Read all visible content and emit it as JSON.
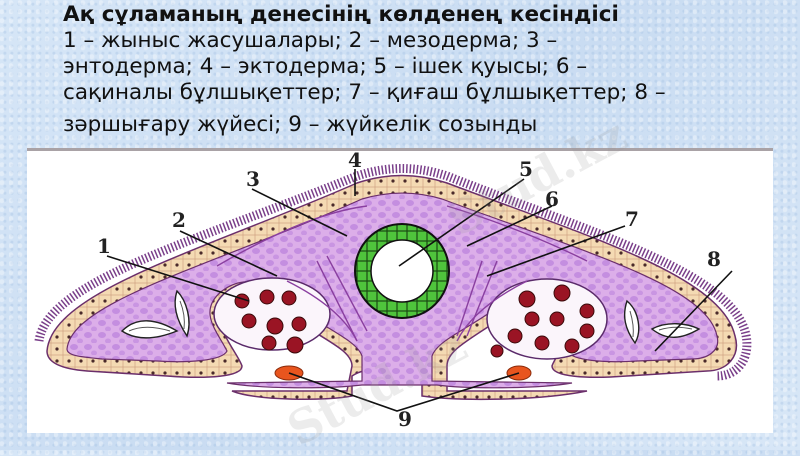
{
  "slide": {
    "title": "Ақ сұламаның денесінің көлденең кесіндісі",
    "caption_lines": [
      "1 – жыныс жасушалары; 2 – мезодерма; 3 –",
      "энтодерма; 4 – эктодерма; 5 – ішек қуысы; 6 –",
      "сақиналы бұлшықеттер; 7 – қиғаш бұлшықеттер; 8 –",
      "зәршығару жүйесі; 9 – жүйкелік созынды"
    ]
  },
  "diagram": {
    "labels": [
      {
        "id": "1",
        "name": "жыныс жасушалары"
      },
      {
        "id": "2",
        "name": "мезодерма"
      },
      {
        "id": "3",
        "name": "энтодерма"
      },
      {
        "id": "4",
        "name": "эктодерма"
      },
      {
        "id": "5",
        "name": "ішек қуысы"
      },
      {
        "id": "6",
        "name": "сақиналы бұлшықеттер"
      },
      {
        "id": "7",
        "name": "қиғаш бұлшықеттер"
      },
      {
        "id": "8",
        "name": "зәршығару жүйесі"
      },
      {
        "id": "9",
        "name": "жүйкелік созынды"
      }
    ],
    "colors": {
      "ectoderm_cells": "#f3d9b0",
      "cilia": "#7a3f8a",
      "mesoderm": "#d9a6e6",
      "mesoderm_cells": "#b97fd6",
      "endoderm": "#4cc43a",
      "gut_cavity": "#ffffff",
      "germ_cells": "#8b1020",
      "nerve_cord": "#e8551e"
    }
  },
  "watermark": {
    "text": "Stud.kz"
  }
}
